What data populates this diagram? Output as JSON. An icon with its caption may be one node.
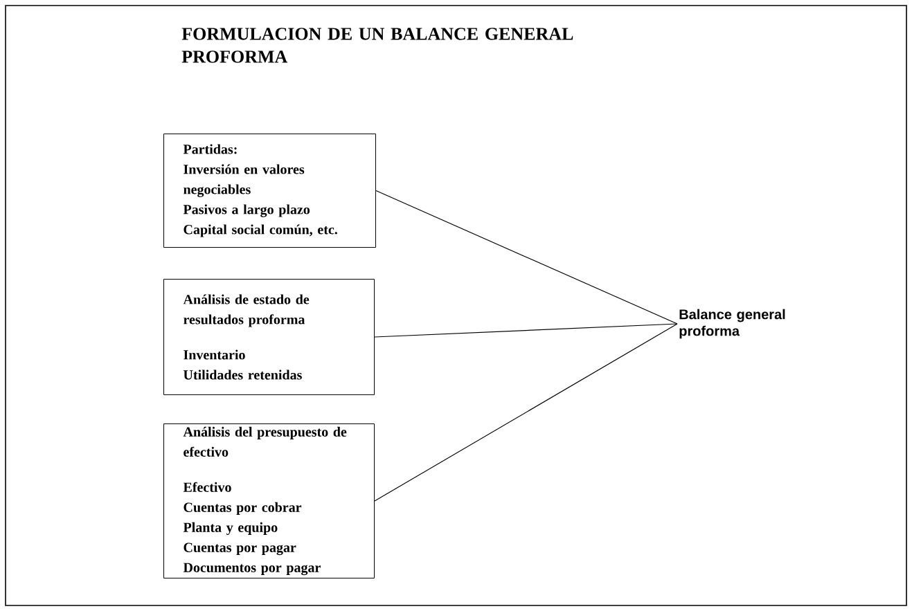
{
  "diagram": {
    "title": "FORMULACION DE UN BALANCE GENERAL PROFORMA",
    "nodes": [
      {
        "text": [
          "Partidas:",
          "Inversión en valores negociables",
          "Pasivos a largo plazo",
          "Capital social común, etc."
        ]
      },
      {
        "text": [
          "Análisis de estado de resultados proforma",
          "Inventario",
          "Utilidades retenidas"
        ]
      },
      {
        "text": [
          "Análisis del presupuesto de efectivo",
          "Efectivo",
          "Cuentas por cobrar",
          "Planta y equipo",
          "Cuentas por pagar",
          "Documentos por pagar"
        ]
      },
      {
        "text": [
          "Balance general proforma"
        ]
      }
    ],
    "edges": [
      {
        "from": 0,
        "to": 3,
        "arrow": "none"
      },
      {
        "from": 1,
        "to": 3,
        "arrow": "none"
      },
      {
        "from": 2,
        "to": 3,
        "arrow": "none"
      }
    ]
  }
}
